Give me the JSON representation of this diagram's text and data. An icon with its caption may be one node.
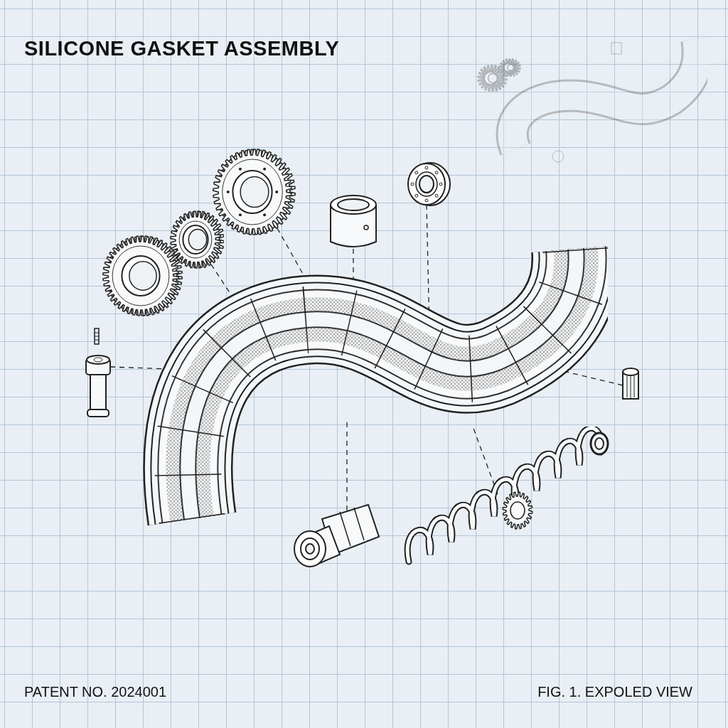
{
  "diagram": {
    "title": "SILICONE GASKET ASSEMBLY",
    "nodes": [
      {
        "text": [],
        "shape": "picture"
      },
      {
        "text": [],
        "shape": "picture"
      },
      {
        "text": [],
        "shape": "picture"
      },
      {
        "text": [],
        "shape": "picture"
      },
      {
        "text": [],
        "shape": "picture"
      },
      {
        "text": [],
        "shape": "picture"
      },
      {
        "text": [],
        "shape": "picture"
      },
      {
        "text": [],
        "shape": "picture"
      },
      {
        "text": [],
        "shape": "picture"
      },
      {
        "text": [],
        "shape": "picture"
      }
    ],
    "edges": [
      {
        "from": 4,
        "to": 0,
        "arrow": "none",
        "style": "dashed"
      },
      {
        "from": 2,
        "to": 0,
        "arrow": "none",
        "style": "dashed"
      },
      {
        "from": 3,
        "to": 0,
        "arrow": "none",
        "style": "dashed"
      },
      {
        "from": 1,
        "to": 0,
        "arrow": "none",
        "style": "dashed"
      },
      {
        "from": 6,
        "to": 0,
        "arrow": "none",
        "style": "dashed"
      },
      {
        "from": 7,
        "to": 0,
        "arrow": "none",
        "style": "dashed"
      },
      {
        "from": 8,
        "to": 0,
        "arrow": "none",
        "style": "dashed"
      },
      {
        "from": 9,
        "to": 0,
        "arrow": "none",
        "style": "dashed"
      }
    ],
    "labels": [
      "PATENT NO. 2024001",
      "FIG. 1. EXPOLED VIEW"
    ]
  }
}
